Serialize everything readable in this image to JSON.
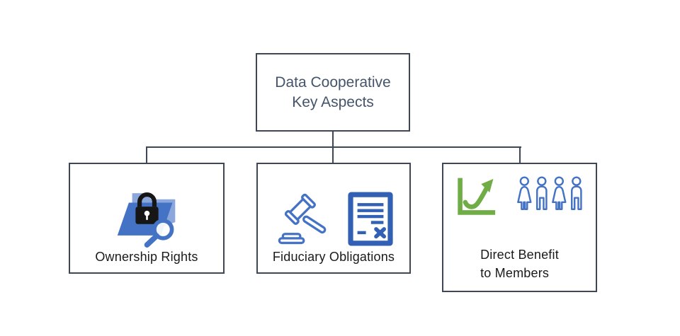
{
  "root": {
    "line1": "Data Cooperative",
    "line2": "Key Aspects"
  },
  "children": [
    {
      "label": "Ownership Rights",
      "icons": [
        "folder-lock-magnifier-icon"
      ]
    },
    {
      "label": "Fiduciary Obligations",
      "icons": [
        "gavel-icon",
        "contract-document-icon"
      ]
    },
    {
      "label_line1": "Direct Benefit",
      "label_line2": "to Members",
      "icons": [
        "growth-chart-icon",
        "members-group-icon"
      ]
    }
  ],
  "colors": {
    "accent_blue": "#4472C4",
    "light_blue": "#8BA7DC",
    "document_blue": "#3160B4",
    "growth_green": "#70AD47",
    "connector_gray": "#3F4656",
    "title_text": "#44546A",
    "label_text": "#1A1A1A",
    "lock_black": "#161616",
    "background": "#FFFFFF"
  }
}
